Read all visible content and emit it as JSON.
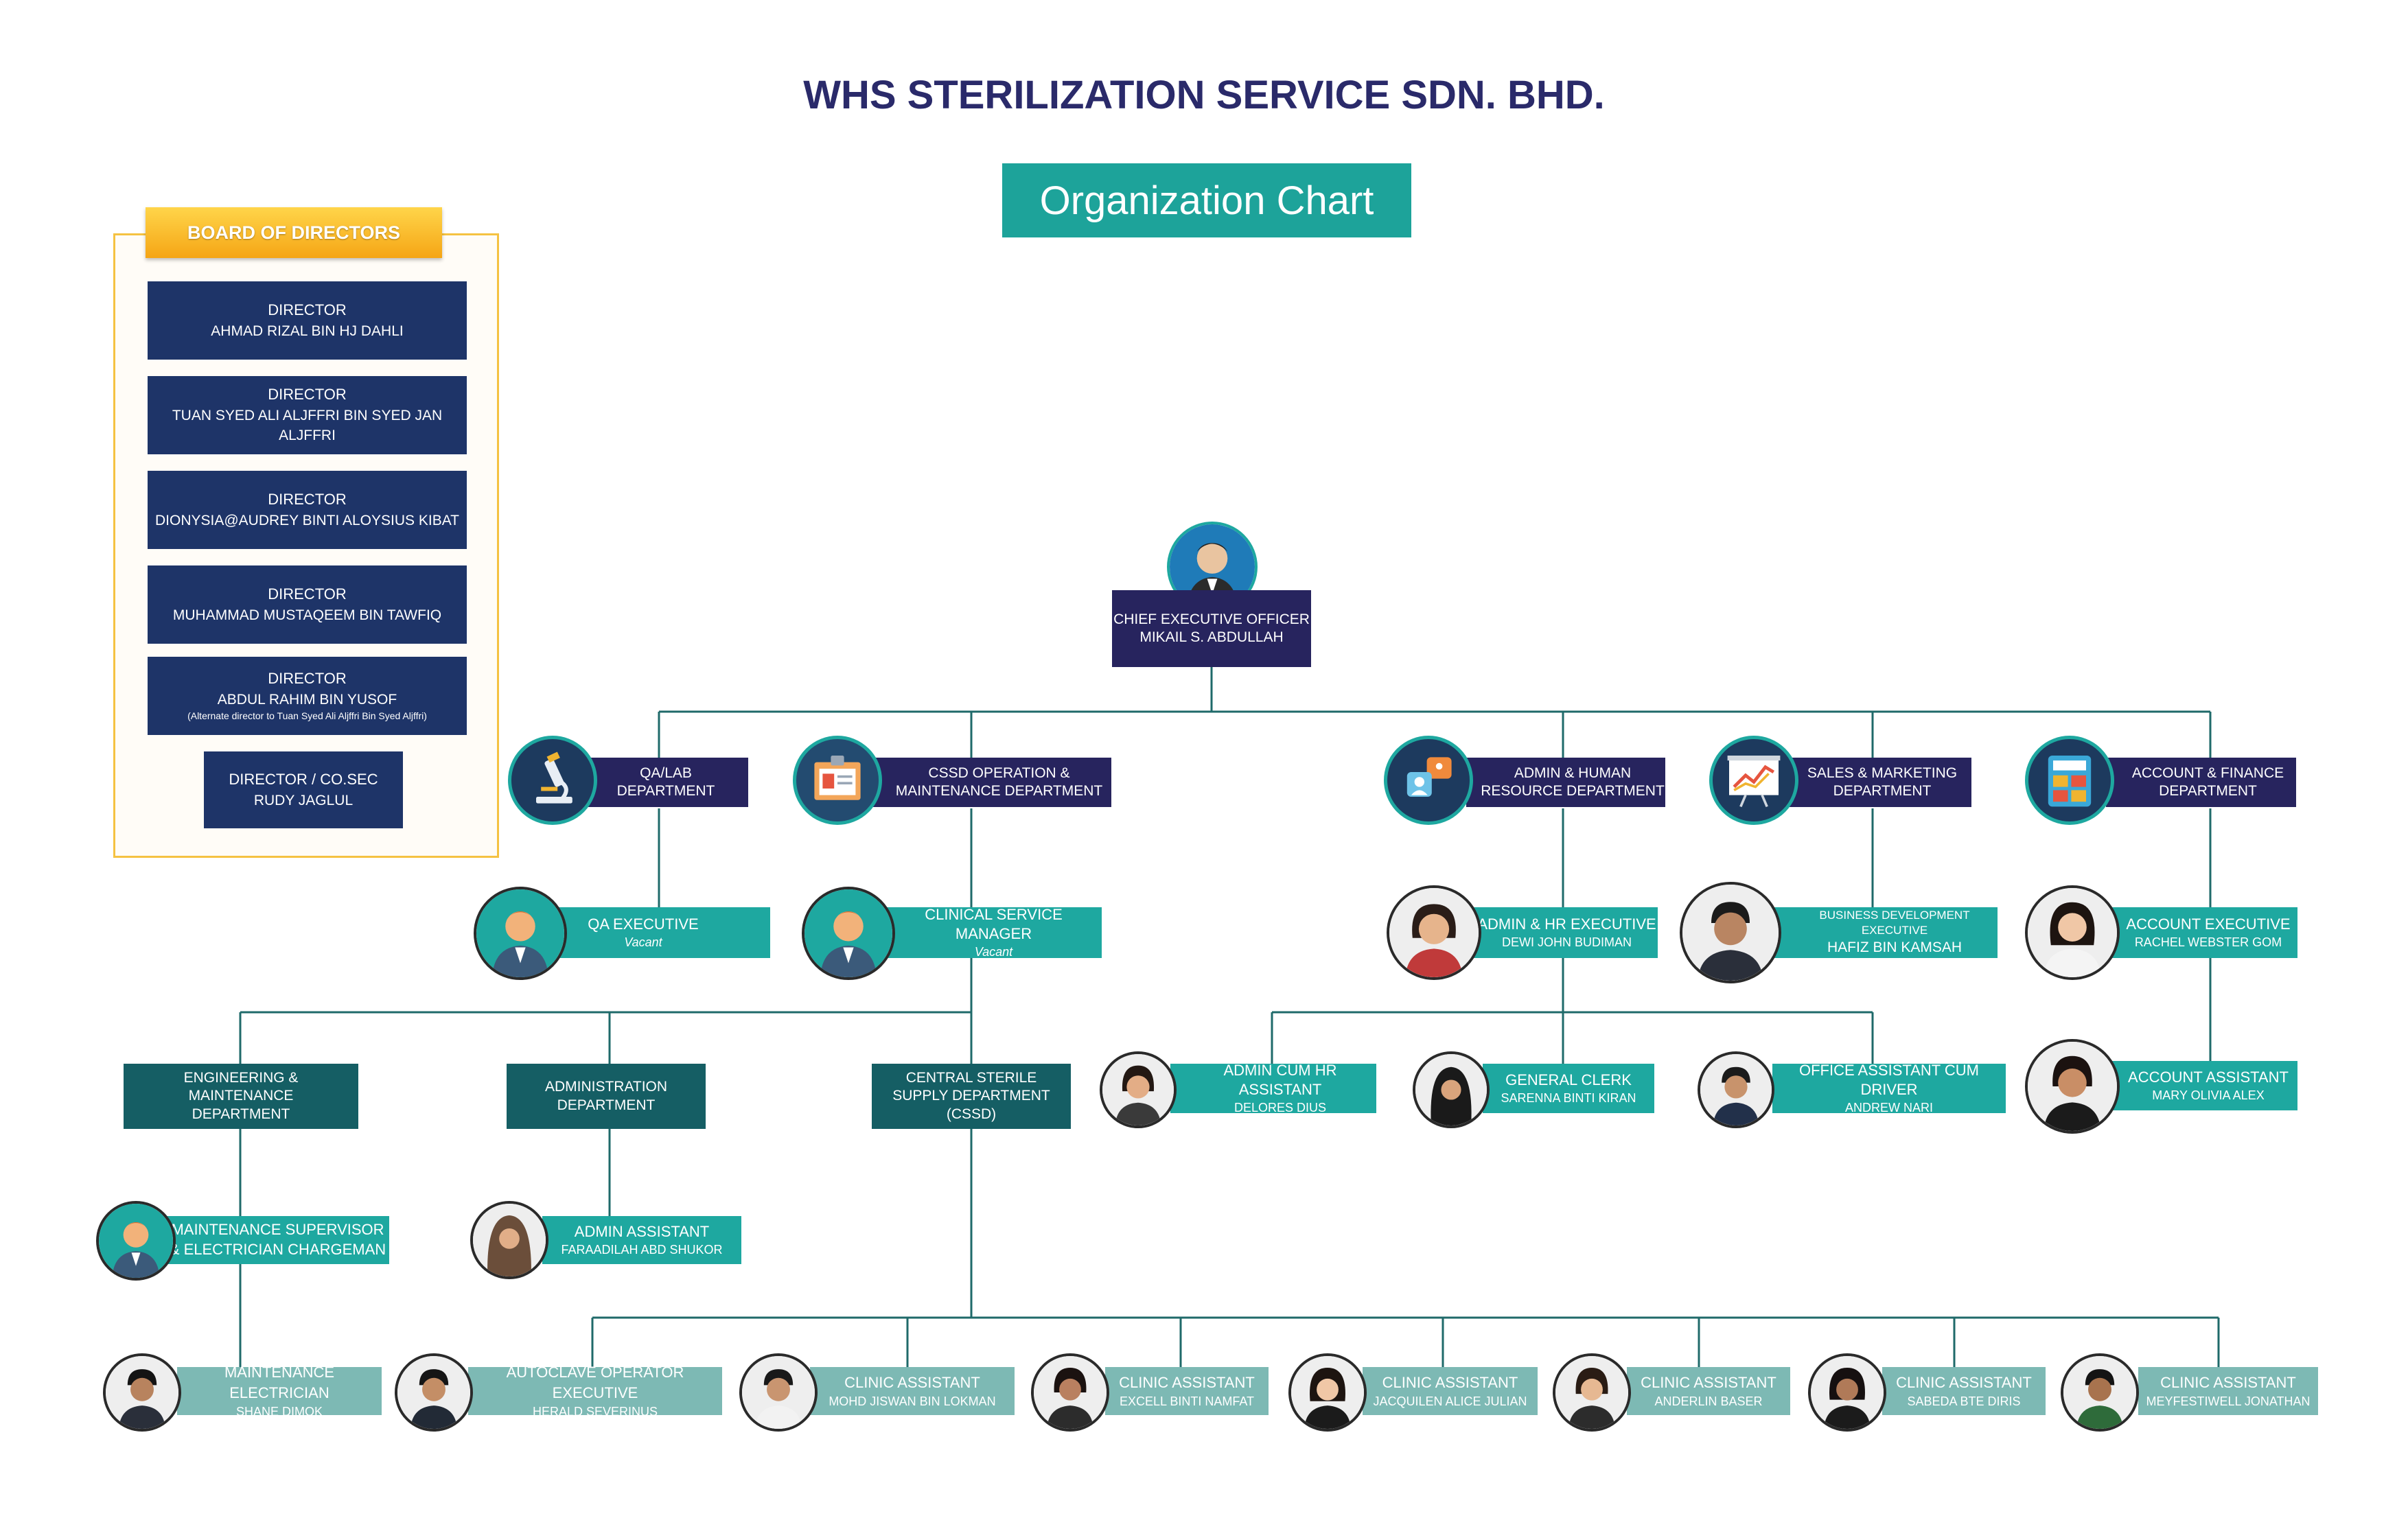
{
  "header": {
    "company": "WHS STERILIZATION SERVICE SDN. BHD.",
    "chart_title": "Organization Chart"
  },
  "board": {
    "title": "BOARD OF DIRECTORS",
    "directors": [
      {
        "role": "DIRECTOR",
        "name": "AHMAD RIZAL BIN HJ DAHLI"
      },
      {
        "role": "DIRECTOR",
        "name": "TUAN SYED ALI ALJFFRI BIN SYED JAN ALJFFRI"
      },
      {
        "role": "DIRECTOR",
        "name": "DIONYSIA@AUDREY BINTI ALOYSIUS KIBAT"
      },
      {
        "role": "DIRECTOR",
        "name": "MUHAMMAD MUSTAQEEM BIN TAWFIQ"
      },
      {
        "role": "DIRECTOR",
        "name": "ABDUL RAHIM BIN YUSOF",
        "note": "(Alternate director to Tuan Syed Ali Aljffri Bin Syed Aljffri)"
      },
      {
        "role": "DIRECTOR / CO.SEC",
        "name": "RUDY JAGLUL"
      }
    ]
  },
  "ceo": {
    "role": "CHIEF EXECUTIVE OFFICER",
    "name": "MIKAIL S. ABDULLAH"
  },
  "departments": {
    "qa_lab": "QA/LAB DEPARTMENT",
    "cssd_ops": "CSSD OPERATION & MAINTENANCE DEPARTMENT",
    "admin_hr": "ADMIN & HUMAN RESOURCE  DEPARTMENT",
    "sales": "SALES & MARKETING DEPARTMENT",
    "account": "ACCOUNT & FINANCE DEPARTMENT",
    "engineering": "ENGINEERING & MAINTENANCE DEPARTMENT",
    "administration": "ADMINISTRATION DEPARTMENT",
    "cssd": "CENTRAL STERILE SUPPLY DEPARTMENT (CSSD)"
  },
  "staff": {
    "qa_exec": {
      "role": "QA EXECUTIVE",
      "name": "Vacant"
    },
    "clinical_mgr": {
      "role": "CLINICAL SERVICE MANAGER",
      "name": "Vacant"
    },
    "admin_hr_exec": {
      "role": "ADMIN &  HR EXECUTIVE",
      "name": "DEWI JOHN BUDIMAN"
    },
    "bd_exec": {
      "role": "BUSINESS DEVELOPMENT EXECUTIVE",
      "name": "HAFIZ BIN KAMSAH"
    },
    "acct_exec": {
      "role": "ACCOUNT EXECUTIVE",
      "name": "RACHEL WEBSTER GOM"
    },
    "acct_asst": {
      "role": "ACCOUNT ASSISTANT",
      "name": "MARY OLIVIA ALEX"
    },
    "admin_hr_asst": {
      "role": "ADMIN CUM HR ASSISTANT",
      "name": "DELORES DIUS"
    },
    "general_clerk": {
      "role": "GENERAL CLERK",
      "name": "SARENNA BINTI KIRAN"
    },
    "office_asst": {
      "role": "OFFICE ASSISTANT CUM DRIVER",
      "name": "ANDREW NARI"
    },
    "maint_sup": {
      "role1": "MAINTENANCE SUPERVISOR",
      "role2": "& ELECTRICIAN CHARGEMAN"
    },
    "admin_asst": {
      "role": "ADMIN ASSISTANT",
      "name": "FARAADILAH ABD SHUKOR"
    },
    "maint_elec": {
      "role": "MAINTENANCE ELECTRICIAN",
      "name": "SHANE DIMOK"
    },
    "autoclave": {
      "role": "AUTOCLAVE OPERATOR EXECUTIVE",
      "name": "HERALD SEVERINUS"
    },
    "clinic": [
      {
        "role": "CLINIC ASSISTANT",
        "name": "MOHD JISWAN BIN LOKMAN"
      },
      {
        "role": "CLINIC ASSISTANT",
        "name": "EXCELL BINTI NAMFAT"
      },
      {
        "role": "CLINIC ASSISTANT",
        "name": "JACQUILEN ALICE JULIAN"
      },
      {
        "role": "CLINIC ASSISTANT",
        "name": "ANDERLIN BASER"
      },
      {
        "role": "CLINIC ASSISTANT",
        "name": "SABEDA BTE DIRIS"
      },
      {
        "role": "CLINIC ASSISTANT",
        "name": "MEYFESTIWELL JONATHAN"
      }
    ]
  },
  "colors": {
    "navy": "#27245e",
    "director_blue": "#1e3468",
    "teal": "#1ea8a0",
    "dark_teal": "#155e64",
    "light_teal": "#7db9b4",
    "gold": "#f5c242",
    "line": "#1f6a6a"
  }
}
